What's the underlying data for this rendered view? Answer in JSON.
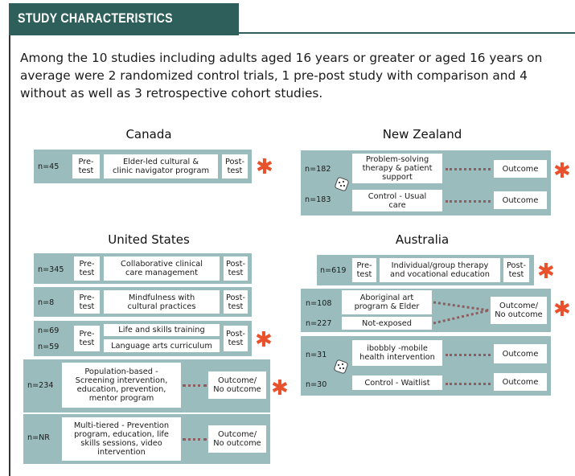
{
  "header": {
    "title": "STUDY CHARACTERISTICS"
  },
  "intro": "Among the 10 studies including adults aged 16 years or greater or aged 16 years on average were 2 randomized control trials, 1 pre-post study with comparison and 4 without as well as 3 retrospective cohort studies.",
  "colors": {
    "header": "#2e5f5a",
    "panel": "#9bbcbc",
    "asterisk": "#e8512b",
    "dots": "#8c5e60"
  },
  "regions": {
    "canada": {
      "title": "Canada",
      "studies": [
        {
          "n": "n=45",
          "pre": "Pre-\ntest",
          "intervention": "Elder-led cultural &\nclinic navigator program",
          "post": "Post-\ntest",
          "asterisk": "✱"
        }
      ]
    },
    "new_zealand": {
      "title": "New Zealand",
      "study": {
        "n1": "n=182",
        "arm1": "Problem-solving\ntherapy & patient\nsupport",
        "out1": "Outcome",
        "n2": "n=183",
        "arm2": "Control - Usual\ncare",
        "out2": "Outcome",
        "icon": "dice-icon",
        "asterisk": "✱"
      }
    },
    "united_states": {
      "title": "United States",
      "studies": [
        {
          "n": "n=345",
          "pre": "Pre-\ntest",
          "intervention": "Collaborative clinical\ncare management",
          "post": "Post-\ntest"
        },
        {
          "n": "n=8",
          "pre": "Pre-\ntest",
          "intervention": "Mindfulness with\ncultural practices",
          "post": "Post-\ntest"
        },
        {
          "n1": "n=69",
          "n2": "n=59",
          "pre": "Pre-\ntest",
          "intervention1": "Life and skills training",
          "intervention2": "Language arts curriculum",
          "post": "Post-\ntest",
          "asterisk": "✱"
        },
        {
          "n": "n=234",
          "intervention": "Population-based -\nScreening intervention,\neducation, prevention,\nmentor program",
          "outcome": "Outcome/\nNo outcome",
          "asterisk": "✱"
        },
        {
          "n": "n=NR",
          "intervention": "Multi-tiered - Prevention\nprogram, education, life\nskills sessions, video\nintervention",
          "outcome": "Outcome/\nNo outcome"
        }
      ]
    },
    "australia": {
      "title": "Australia",
      "studies": [
        {
          "n": "n=619",
          "pre": "Pre-\ntest",
          "intervention": "Individual/group therapy\nand vocational education",
          "post": "Post-\ntest",
          "asterisk": "✱"
        },
        {
          "n1": "n=108",
          "arm1": "Aboriginal art\nprogram & Elder",
          "n2": "n=227",
          "arm2": "Not-exposed",
          "outcome": "Outcome/\nNo outcome",
          "asterisk": "✱"
        },
        {
          "n1": "n=31",
          "arm1": "ibobbly -mobile\nhealth intervention",
          "out1": "Outcome",
          "n2": "n=30",
          "arm2": "Control - Waitlist",
          "out2": "Outcome",
          "icon": "dice-icon"
        }
      ]
    }
  }
}
